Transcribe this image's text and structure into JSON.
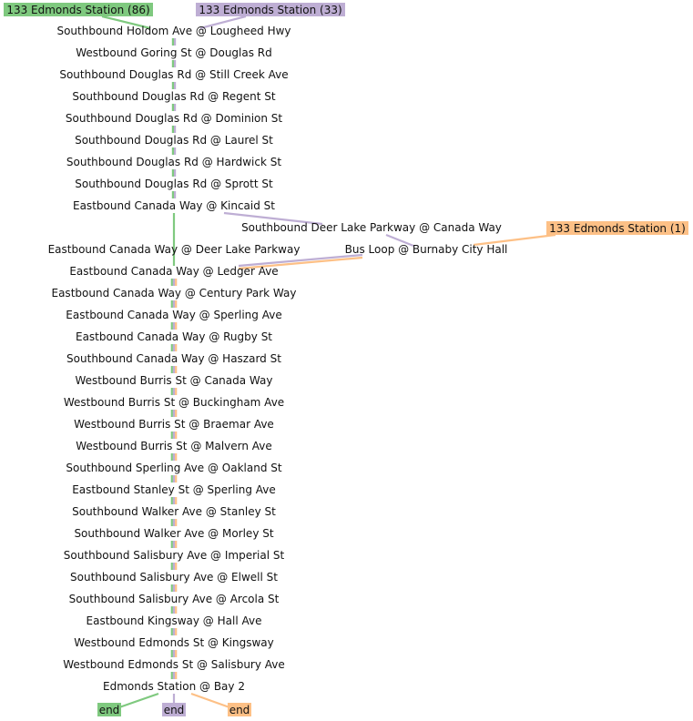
{
  "routes": [
    {
      "id": "r86",
      "label": "133 Edmonds Station (86)",
      "color": "#7fc97f"
    },
    {
      "id": "r33",
      "label": "133 Edmonds Station (33)",
      "color": "#beaed4"
    },
    {
      "id": "r1",
      "label": "133 Edmonds Station (1)",
      "color": "#fdc086"
    }
  ],
  "stops": [
    "Southbound Holdom Ave @ Lougheed Hwy",
    "Westbound Goring St @ Douglas Rd",
    "Southbound Douglas Rd @ Still Creek Ave",
    "Southbound Douglas Rd @ Regent St",
    "Southbound Douglas Rd @ Dominion St",
    "Southbound Douglas Rd @ Laurel St",
    "Southbound Douglas Rd @ Hardwick St",
    "Southbound Douglas Rd @ Sprott St",
    "Eastbound Canada Way @ Kincaid St",
    "Southbound Deer Lake Parkway @ Canada Way",
    "Eastbound Canada Way @ Deer Lake Parkway",
    "Bus Loop @ Burnaby City Hall",
    "Eastbound Canada Way @ Ledger Ave",
    "Eastbound Canada Way @ Century Park Way",
    "Eastbound Canada Way @ Sperling Ave",
    "Eastbound Canada Way @ Rugby St",
    "Southbound Canada Way @ Haszard St",
    "Westbound Burris St @ Canada Way",
    "Westbound Burris St @ Buckingham Ave",
    "Westbound Burris St @ Braemar Ave",
    "Westbound Burris St @ Malvern Ave",
    "Southbound Sperling Ave @ Oakland St",
    "Eastbound Stanley St @ Sperling Ave",
    "Southbound Walker Ave @ Stanley St",
    "Southbound Walker Ave @ Morley St",
    "Southbound Salisbury Ave @ Imperial St",
    "Southbound Salisbury Ave @ Elwell St",
    "Southbound Salisbury Ave @ Arcola St",
    "Eastbound Kingsway @ Hall Ave",
    "Westbound Edmonds St @ Kingsway",
    "Westbound Edmonds St @ Salisbury Ave",
    "Edmonds Station @ Bay 2"
  ],
  "end_label": "end"
}
